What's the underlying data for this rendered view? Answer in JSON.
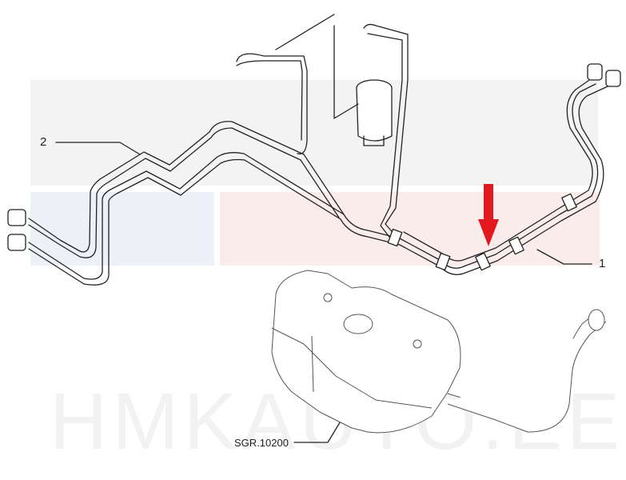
{
  "diagram": {
    "type": "exploded parts diagram",
    "subject": "fuel lines and fuel tank assembly",
    "callouts": [
      {
        "id": "callout-1",
        "label": "1"
      },
      {
        "id": "callout-2",
        "label": "2"
      },
      {
        "id": "callout-tank",
        "label": "SGR.10200"
      }
    ],
    "highlight_arrow": {
      "color": "#e3171e",
      "points_to": "callout-1 clip"
    }
  },
  "watermark": {
    "top_text": "HMK",
    "middle_text": "AUTO",
    "bottom_text": "HMKAUTO.EE",
    "colors": {
      "gray": "#f0f0f0",
      "blue": "#eef0f8",
      "red": "#fbecec"
    }
  },
  "colors": {
    "line": "#222222",
    "arrow": "#e3171e",
    "background": "#ffffff"
  }
}
